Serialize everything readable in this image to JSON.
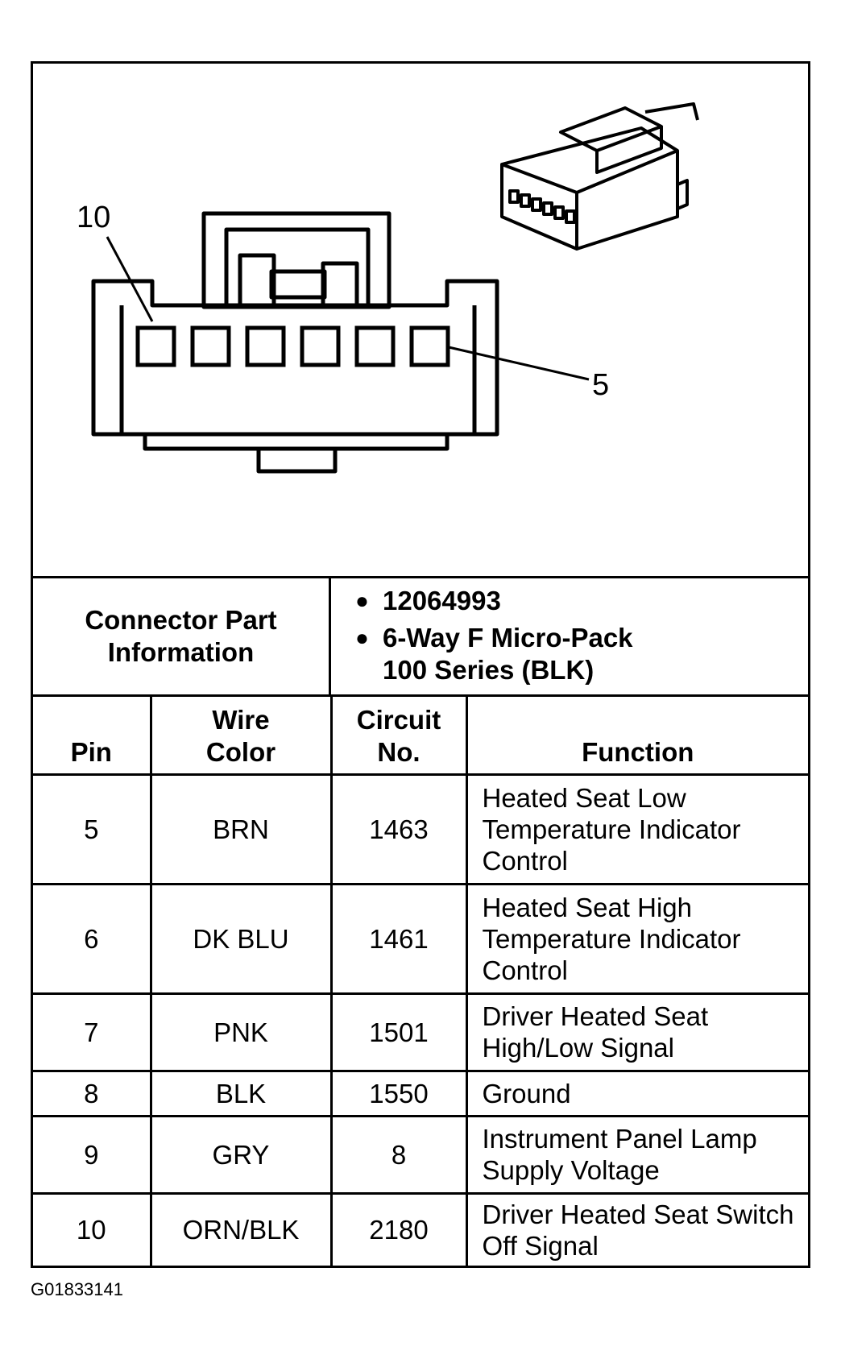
{
  "diagram": {
    "callouts": {
      "left": "10",
      "right": "5"
    }
  },
  "connector_info": {
    "label": "Connector Part Information",
    "part_number": "12064993",
    "description_line1": "6-Way F Micro-Pack",
    "description_line2": "100 Series (BLK)"
  },
  "table": {
    "headers": {
      "pin": "Pin",
      "wire_color": "Wire Color",
      "circuit_no": "Circuit No.",
      "function": "Function"
    },
    "rows": [
      {
        "pin": "5",
        "wire_color": "BRN",
        "circuit": "1463",
        "function": "Heated Seat Low Temperature Indicator Control"
      },
      {
        "pin": "6",
        "wire_color": "DK BLU",
        "circuit": "1461",
        "function": "Heated Seat High Temperature Indicator Control"
      },
      {
        "pin": "7",
        "wire_color": "PNK",
        "circuit": "1501",
        "function": "Driver Heated Seat High/Low Signal"
      },
      {
        "pin": "8",
        "wire_color": "BLK",
        "circuit": "1550",
        "function": "Ground"
      },
      {
        "pin": "9",
        "wire_color": "GRY",
        "circuit": "8",
        "function": "Instrument Panel Lamp Supply Voltage"
      },
      {
        "pin": "10",
        "wire_color": "ORN/BLK",
        "circuit": "2180",
        "function": "Driver Heated Seat Switch Off Signal"
      }
    ]
  },
  "footer": {
    "figure_id": "G01833141"
  }
}
